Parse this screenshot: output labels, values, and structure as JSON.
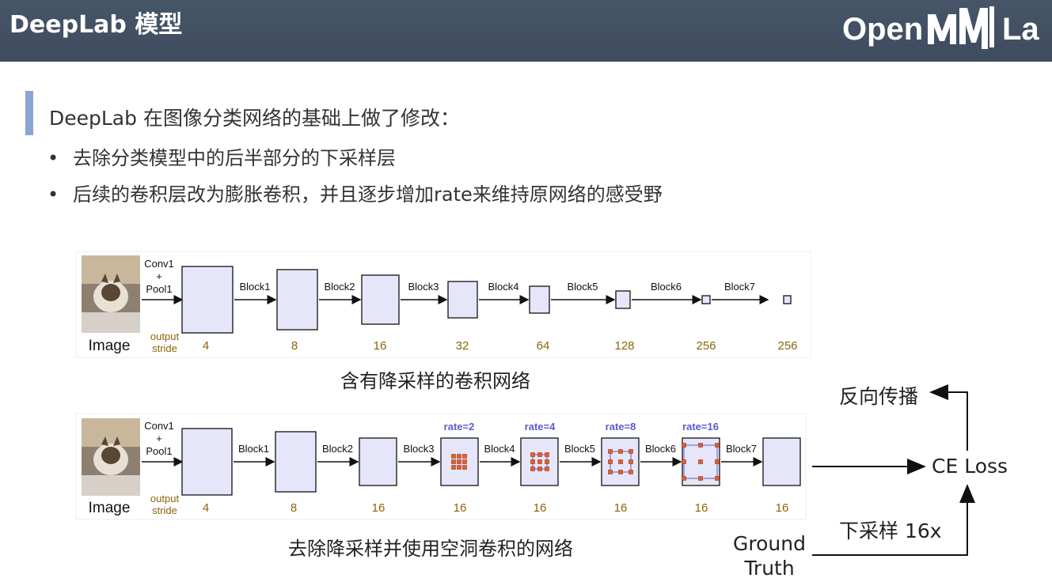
{
  "header": {
    "title": "DeepLab 模型",
    "logo_text": "OpenMMLab"
  },
  "intro": "DeepLab 在图像分类网络的基础上做了修改：",
  "bullets": [
    "去除分类模型中的后半部分的下采样层",
    "后续的卷积层改为膨胀卷积，并且逐步增加rate来维持原网络的感受野"
  ],
  "diagram_top": {
    "caption": "含有降采样的卷积网络",
    "image_label": "Image",
    "first_op": [
      "Conv1",
      "+",
      "Pool1"
    ],
    "stride_label": [
      "output",
      "stride"
    ],
    "blocks": [
      "Block1",
      "Block2",
      "Block3",
      "Block4",
      "Block5",
      "Block6",
      "Block7"
    ],
    "strides": [
      "4",
      "8",
      "16",
      "32",
      "64",
      "128",
      "256",
      "256"
    ]
  },
  "diagram_bottom": {
    "caption": "去除降采样并使用空洞卷积的网络",
    "image_label": "Image",
    "first_op": [
      "Conv1",
      "+",
      "Pool1"
    ],
    "stride_label": [
      "output",
      "stride"
    ],
    "blocks": [
      "Block1",
      "Block2",
      "Block3",
      "Block4",
      "Block5",
      "Block6",
      "Block7"
    ],
    "strides": [
      "4",
      "8",
      "16",
      "16",
      "16",
      "16",
      "16",
      "16"
    ],
    "rates": [
      "rate=2",
      "rate=4",
      "rate=8",
      "rate=16"
    ]
  },
  "loss": {
    "backprop": "反向传播",
    "ce_loss": "CE Loss",
    "downsample": "下采样 16x",
    "ground_truth": "Ground Truth"
  },
  "colors": {
    "header_bg": "#475569",
    "accent": "#8aa4d4",
    "feature_fill": "#e6e6fa",
    "stride_text": "#8b6508",
    "rate_text": "#5a5acd",
    "dilation_dot": "#e06030"
  }
}
